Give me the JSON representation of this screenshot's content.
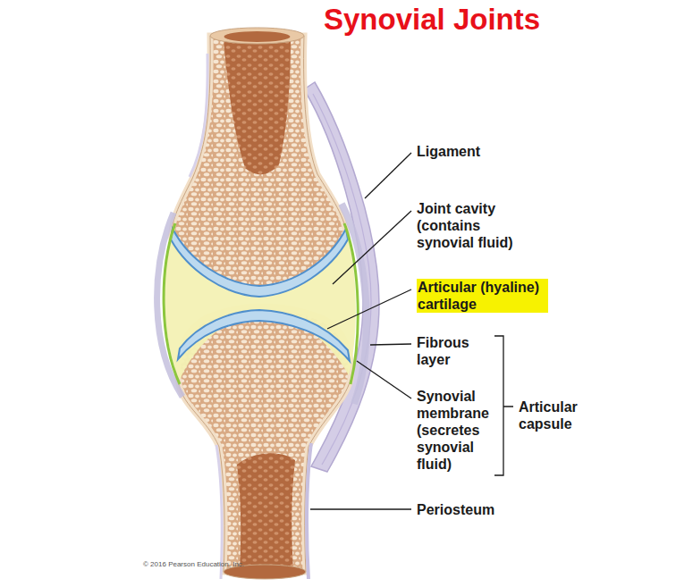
{
  "diagram": {
    "title": "Synovial Joints",
    "labels": [
      "Ligament",
      "Joint cavity (contains synovial fluid)",
      "Articular (hyaline) cartilage",
      "Fibrous layer",
      "Synovial membrane (secretes synovial fluid)",
      "Articular capsule",
      "Periosteum",
      "© 2016 Pearson Education, Inc."
    ]
  }
}
